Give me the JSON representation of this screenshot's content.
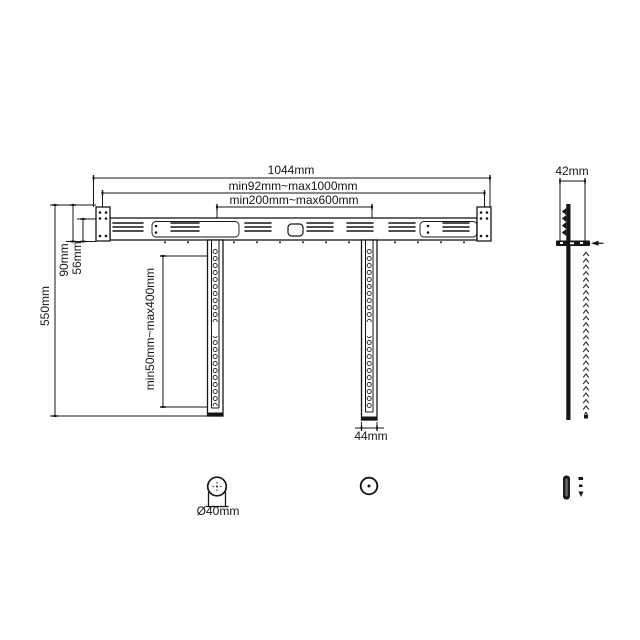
{
  "drawing": {
    "title": "wall-mount-bracket-dimension-drawing",
    "colors": {
      "line": "#161616",
      "background": "#ffffff"
    },
    "front_view": {
      "dim_total_width": "1044mm",
      "dim_bracket_range": "min92mm~max1000mm",
      "dim_center_range": "min200mm~max600mm",
      "dim_total_height": "550mm",
      "dim_bracket_height": "90mm",
      "dim_bar_height": "56mm",
      "dim_rail_extension": "min50mm~max400mm",
      "dim_rail_width": "44mm"
    },
    "side_view": {
      "dim_depth": "42mm"
    },
    "detail_views": {
      "dim_hole_diameter": "Ø40mm"
    }
  }
}
